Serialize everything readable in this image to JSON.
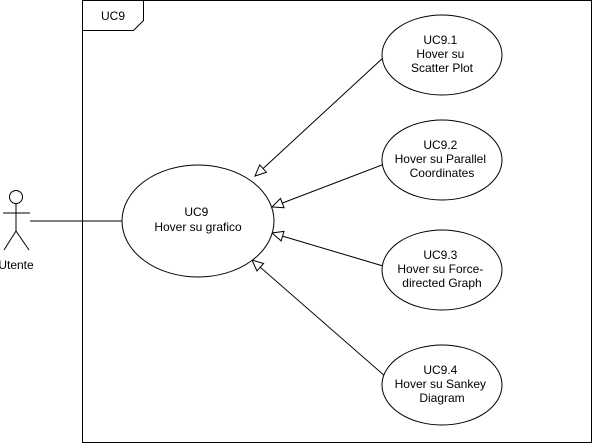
{
  "frame": {
    "label": "UC9"
  },
  "actor": {
    "label": "Utente"
  },
  "main_use_case": {
    "lines": [
      "UC9",
      "Hover su grafico"
    ]
  },
  "sub_use_cases": [
    {
      "lines": [
        "UC9.1",
        "Hover su",
        "Scatter Plot"
      ]
    },
    {
      "lines": [
        "UC9.2",
        "Hover su Parallel",
        "Coordinates"
      ]
    },
    {
      "lines": [
        "UC9.3",
        "Hover su Force-",
        "directed Graph"
      ]
    },
    {
      "lines": [
        "UC9.4",
        "Hover su Sankey",
        "Diagram"
      ]
    }
  ],
  "colors": {
    "stroke": "#000000",
    "fill": "#ffffff"
  }
}
